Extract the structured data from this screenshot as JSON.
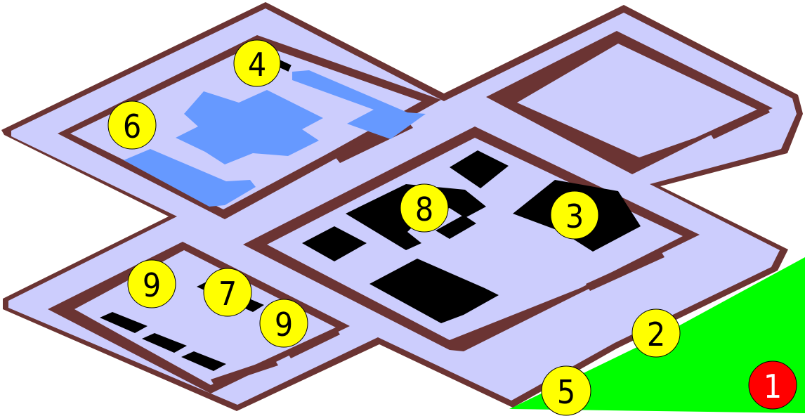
{
  "colors": {
    "ground": "#cccdfd",
    "wall": "#6b3433",
    "water": "#6699ff",
    "grass": "#00ff00",
    "building": "#000000",
    "marker_yellow": "#ffff00",
    "marker_red": "#ff0000"
  },
  "markers": [
    {
      "id": "m4",
      "label": "4",
      "fill": "yellow"
    },
    {
      "id": "m6",
      "label": "6",
      "fill": "yellow"
    },
    {
      "id": "m8",
      "label": "8",
      "fill": "yellow"
    },
    {
      "id": "m3",
      "label": "3",
      "fill": "yellow"
    },
    {
      "id": "m9a",
      "label": "9",
      "fill": "yellow"
    },
    {
      "id": "m7",
      "label": "7",
      "fill": "yellow"
    },
    {
      "id": "m9b",
      "label": "9",
      "fill": "yellow"
    },
    {
      "id": "m2",
      "label": "2",
      "fill": "yellow"
    },
    {
      "id": "m5",
      "label": "5",
      "fill": "yellow"
    },
    {
      "id": "m1",
      "label": "1",
      "fill": "red"
    }
  ]
}
